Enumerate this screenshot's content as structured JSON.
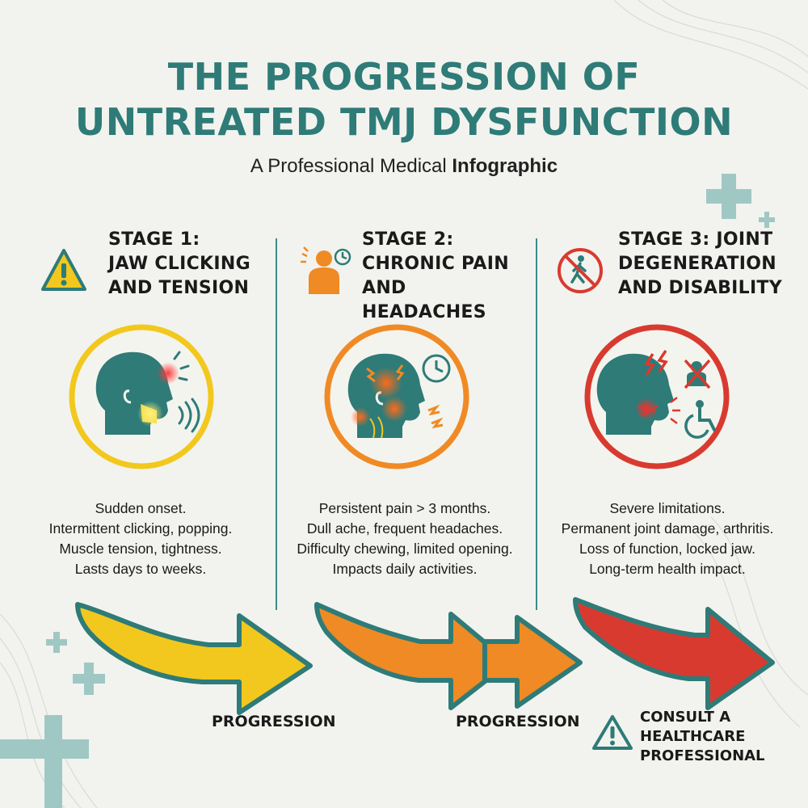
{
  "title": {
    "line1": "THE PROGRESSION OF",
    "line2": "UNTREATED TMJ DYSFUNCTION"
  },
  "subtitle": {
    "regular": "A Professional Medical ",
    "bold": "Infographic"
  },
  "stages": [
    {
      "title_lines": [
        "STAGE 1:",
        "JAW CLICKING",
        "AND TENSION"
      ],
      "icon": "warning-triangle-icon",
      "color": "#f2c81e",
      "description": [
        "Sudden onset.",
        "Intermittent clicking, popping.",
        "Muscle tension, tightness.",
        "Lasts days to weeks."
      ]
    },
    {
      "title_lines": [
        "STAGE 2:",
        "CHRONIC PAIN",
        "AND HEADACHES"
      ],
      "icon": "person-pain-clock-icon",
      "color": "#f08a24",
      "description": [
        "Persistent pain > 3 months.",
        "Dull ache, frequent headaches.",
        "Difficulty chewing, limited opening.",
        "Impacts daily activities."
      ]
    },
    {
      "title_lines": [
        "STAGE 3: JOINT",
        "DEGENERATION",
        "AND DISABILITY"
      ],
      "icon": "no-walking-icon",
      "color": "#d93a2f",
      "description": [
        "Severe limitations.",
        "Permanent joint damage, arthritis.",
        "Loss of function, locked jaw.",
        "Long-term health impact."
      ]
    }
  ],
  "progression_labels": [
    "PROGRESSION",
    "PROGRESSION"
  ],
  "consult": {
    "icon": "warning-triangle-icon",
    "lines": [
      "CONSULT A",
      "HEALTHCARE",
      "PROFESSIONAL"
    ]
  },
  "colors": {
    "teal": "#2e7b78",
    "teal_light": "#9fc8c4",
    "yellow": "#f2c81e",
    "orange": "#f08a24",
    "red": "#d93a2f",
    "background": "#f2f3ee"
  }
}
